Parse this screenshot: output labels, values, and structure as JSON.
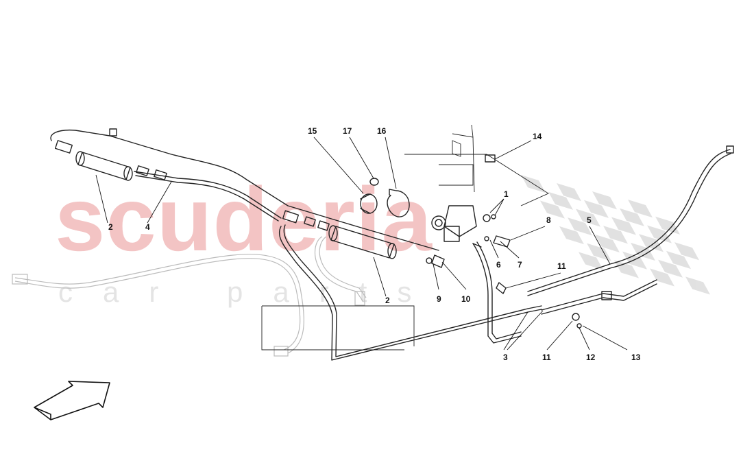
{
  "watermark": {
    "brand": "scuderia",
    "subtitle": "car parts"
  },
  "callouts": [
    {
      "id": "1",
      "label": "1"
    },
    {
      "id": "2a",
      "label": "2"
    },
    {
      "id": "2b",
      "label": "2"
    },
    {
      "id": "3",
      "label": "3"
    },
    {
      "id": "4",
      "label": "4"
    },
    {
      "id": "5",
      "label": "5"
    },
    {
      "id": "6",
      "label": "6"
    },
    {
      "id": "7",
      "label": "7"
    },
    {
      "id": "8",
      "label": "8"
    },
    {
      "id": "9",
      "label": "9"
    },
    {
      "id": "10",
      "label": "10"
    },
    {
      "id": "11a",
      "label": "11"
    },
    {
      "id": "11b",
      "label": "11"
    },
    {
      "id": "12",
      "label": "12"
    },
    {
      "id": "13",
      "label": "13"
    },
    {
      "id": "14",
      "label": "14"
    },
    {
      "id": "15",
      "label": "15"
    },
    {
      "id": "16",
      "label": "16"
    },
    {
      "id": "17",
      "label": "17"
    }
  ],
  "icons": {
    "direction_arrow": "direction-arrow-icon",
    "checker_flag": "checkered-flag"
  },
  "colors": {
    "watermark_red": "#f3c4c4",
    "watermark_gray": "#e4e4e4",
    "line": "#222222",
    "flag": "#d8d8d8"
  }
}
